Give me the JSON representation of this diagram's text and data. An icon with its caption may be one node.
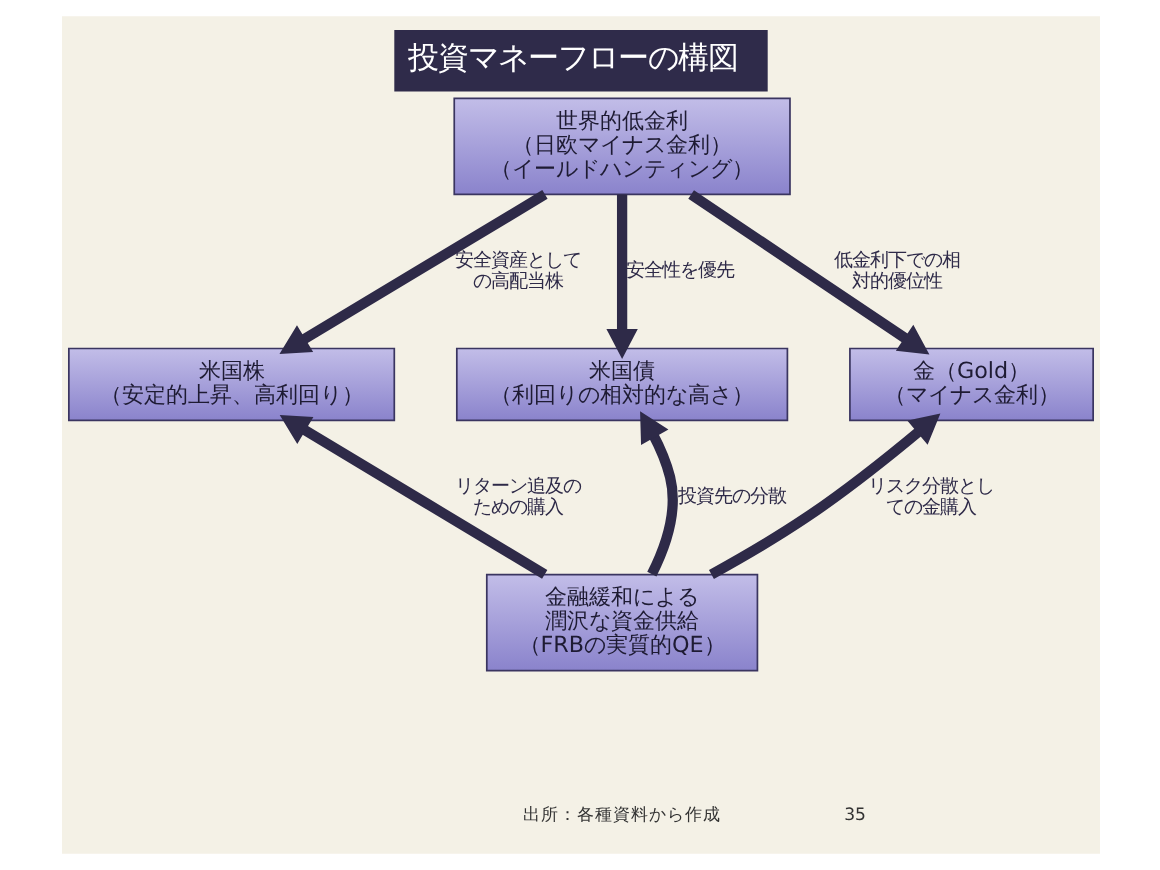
{
  "diagram": {
    "title": "投資マネーフローの構図",
    "nodes": [
      {
        "text": [
          "世界的低金利",
          "（日欧マイナス金利）",
          "（イールドハンティング）"
        ]
      },
      {
        "text": [
          "米国株",
          "（安定的上昇、高利回り）"
        ]
      },
      {
        "text": [
          "米国債",
          "（利回りの相対的な高さ）"
        ]
      },
      {
        "text": [
          "金（Gold）",
          "（マイナス金利）"
        ]
      },
      {
        "text": [
          "金融緩和による潤沢な資金供給",
          "（FRBの実質的QE）"
        ]
      }
    ],
    "edges": [
      {
        "from": 0,
        "to": 1,
        "arrow": "to",
        "label": "安全資産としての高配当株"
      },
      {
        "from": 0,
        "to": 2,
        "arrow": "to",
        "label": "安全性を優先"
      },
      {
        "from": 0,
        "to": 3,
        "arrow": "to",
        "label": "低金利下での相対的優位性"
      },
      {
        "from": 4,
        "to": 1,
        "arrow": "to",
        "label": "リターン追及のための購入"
      },
      {
        "from": 4,
        "to": 2,
        "arrow": "to",
        "label": "投資先の分散"
      },
      {
        "from": 4,
        "to": 3,
        "arrow": "to",
        "label": "リスク分散としての金購入"
      }
    ],
    "labels": [
      "出所：各種資料から作成",
      "35"
    ]
  }
}
